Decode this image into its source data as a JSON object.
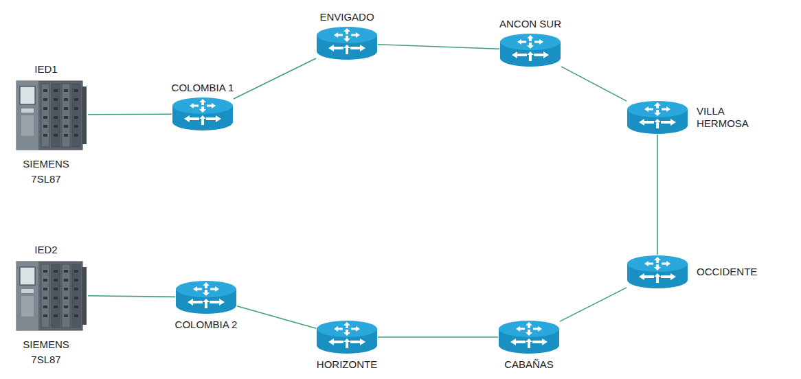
{
  "diagram": {
    "nodes": [
      {
        "text": [
          "IED1",
          "SIEMENS 7SL87"
        ]
      },
      {
        "text": [
          "COLOMBIA 1"
        ]
      },
      {
        "text": [
          "ENVIGADO"
        ]
      },
      {
        "text": [
          "ANCON SUR"
        ]
      },
      {
        "text": [
          "VILLA HERMOSA"
        ]
      },
      {
        "text": [
          "OCCIDENTE"
        ]
      },
      {
        "text": [
          "IED2",
          "SIEMENS 7SL87"
        ]
      },
      {
        "text": [
          "COLOMBIA 2"
        ]
      },
      {
        "text": [
          "HORIZONTE"
        ]
      },
      {
        "text": [
          "CABAÑAS"
        ]
      }
    ],
    "edges": [
      {
        "from": 0,
        "to": 1,
        "arrow": "none"
      },
      {
        "from": 1,
        "to": 2,
        "arrow": "none"
      },
      {
        "from": 2,
        "to": 3,
        "arrow": "none"
      },
      {
        "from": 3,
        "to": 4,
        "arrow": "none"
      },
      {
        "from": 4,
        "to": 5,
        "arrow": "none"
      },
      {
        "from": 5,
        "to": 9,
        "arrow": "none"
      },
      {
        "from": 9,
        "to": 8,
        "arrow": "none"
      },
      {
        "from": 8,
        "to": 7,
        "arrow": "none"
      },
      {
        "from": 7,
        "to": 6,
        "arrow": "none"
      }
    ]
  }
}
